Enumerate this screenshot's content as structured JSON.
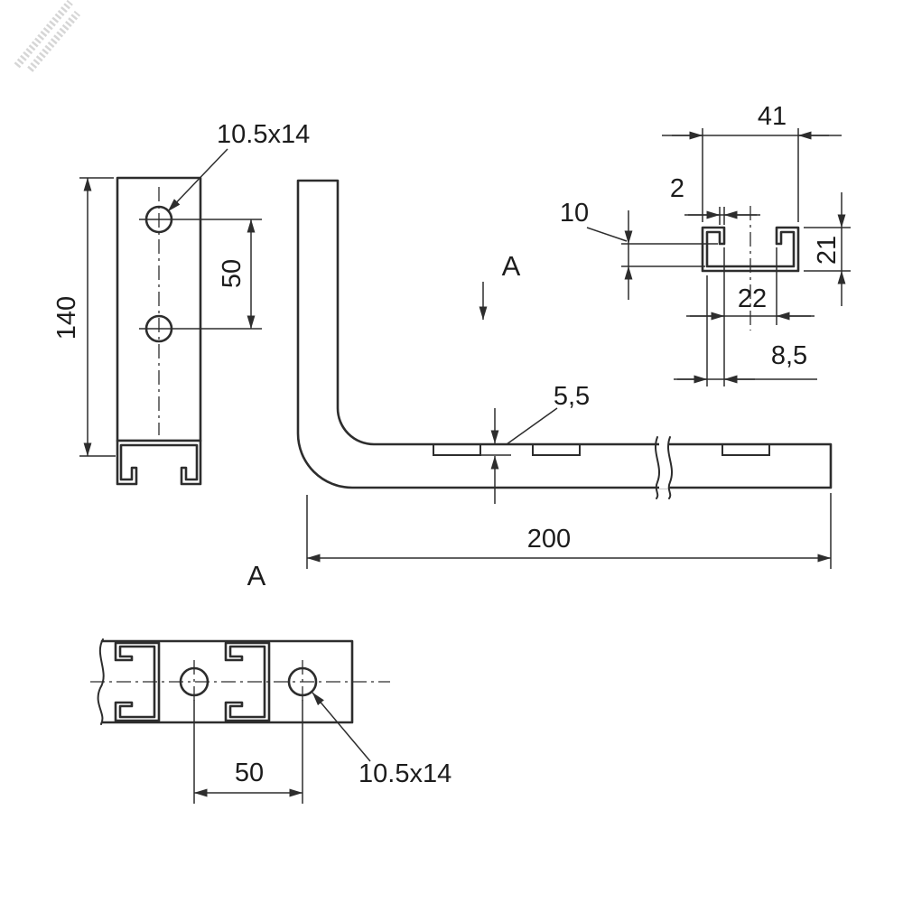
{
  "colors": {
    "line": "#2d2d2d",
    "background": "#ffffff",
    "watermark": "#c9c9c9"
  },
  "views": {
    "front": {
      "hole_label": "10.5x14",
      "height": "140",
      "hole_spacing": "50"
    },
    "side": {
      "section_mark": "A",
      "depth": "5,5",
      "length": "200"
    },
    "profile": {
      "width": "41",
      "thickness": "2",
      "lip_depth": "10",
      "height": "21",
      "opening": "22",
      "lip_width": "8,5"
    },
    "section": {
      "view_label": "A",
      "hole_spacing": "50",
      "hole_label": "10.5x14"
    }
  }
}
